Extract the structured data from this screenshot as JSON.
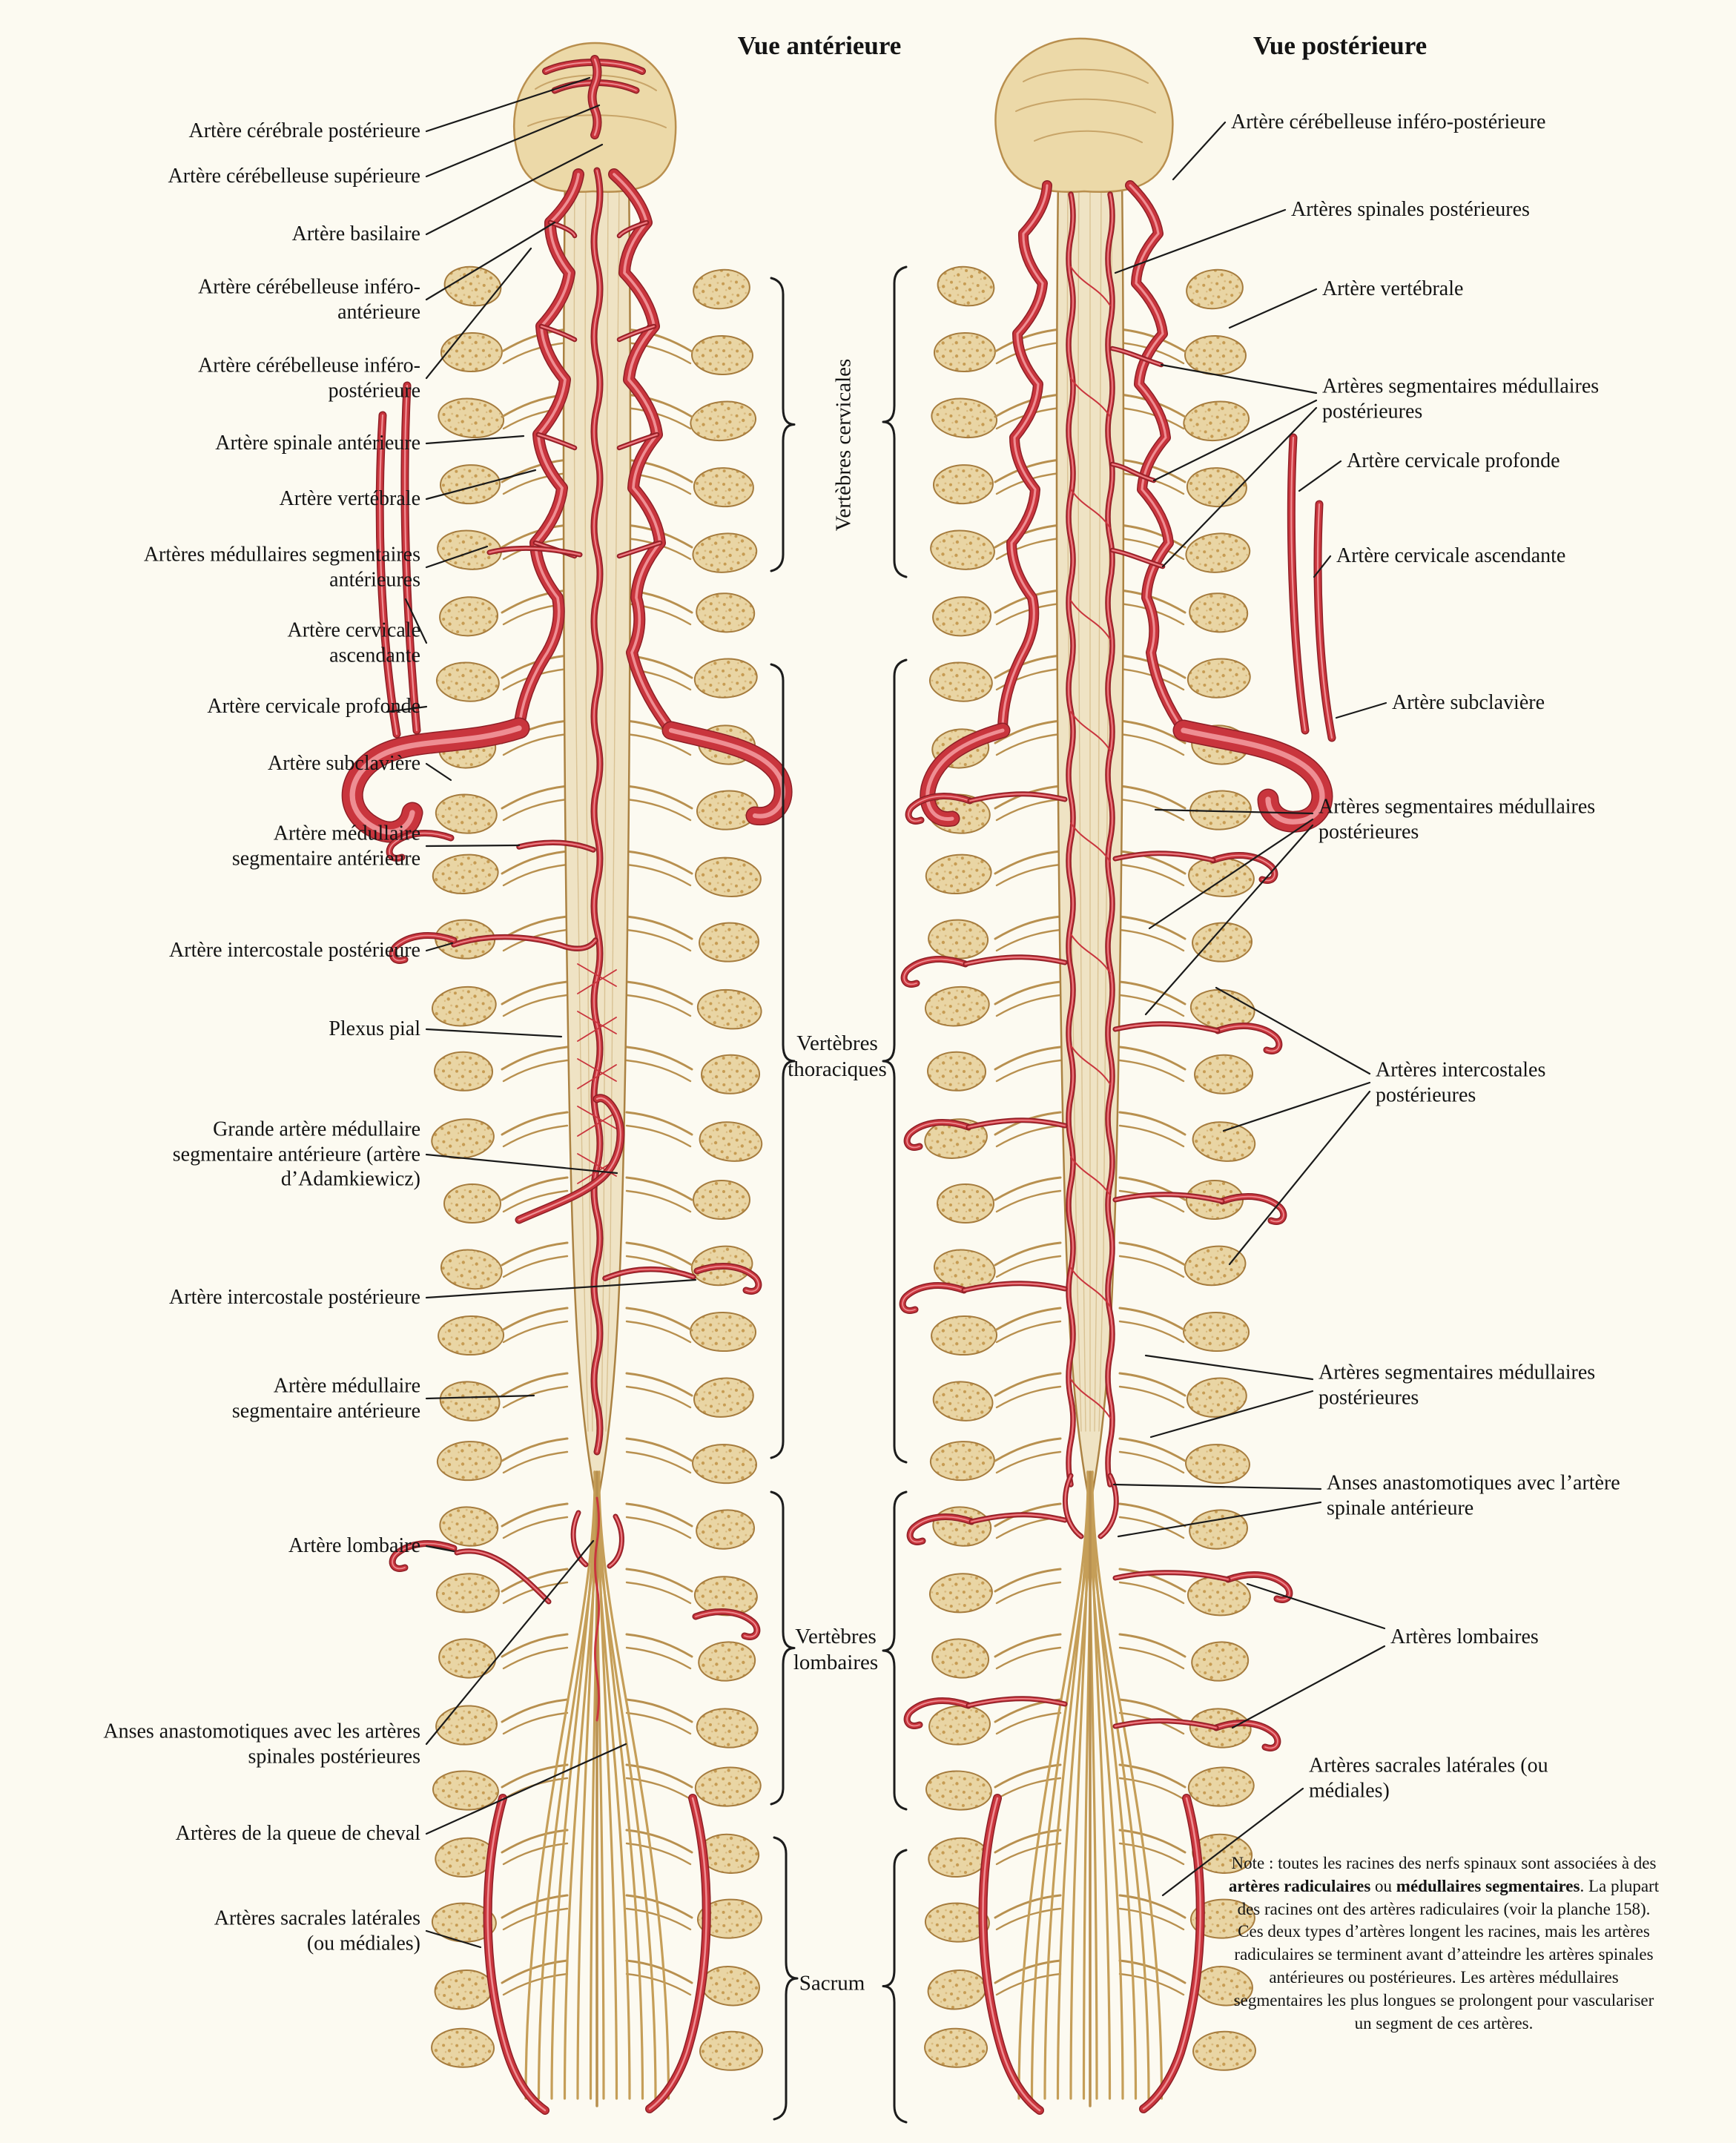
{
  "titles": {
    "anterior": "Vue antérieure",
    "posterior": "Vue postérieure"
  },
  "region_labels": {
    "cervical": "Vertèbres cervicales",
    "thoracic": "Vertèbres thoraciques",
    "lumbar": "Vertèbres lombaires",
    "sacrum": "Sacrum"
  },
  "left_labels": [
    {
      "text": "Artère cérébrale postérieure"
    },
    {
      "text": "Artère cérébelleuse supérieure"
    },
    {
      "text": "Artère basilaire"
    },
    {
      "text": "Artère cérébelleuse inféro-antérieure"
    },
    {
      "text": "Artère cérébelleuse inféro-postérieure"
    },
    {
      "text": "Artère spinale antérieure"
    },
    {
      "text": "Artère vertébrale"
    },
    {
      "text": "Artères médullaires segmentaires antérieures"
    },
    {
      "text": "Artère cervicale ascendante"
    },
    {
      "text": "Artère cervicale profonde"
    },
    {
      "text": "Artère subclavière"
    },
    {
      "text": "Artère médullaire segmentaire antérieure"
    },
    {
      "text": "Artère intercostale postérieure"
    },
    {
      "text": "Plexus pial"
    },
    {
      "text": "Grande artère médullaire segmentaire antérieure (artère d’Adamkiewicz)"
    },
    {
      "text": "Artère intercostale postérieure"
    },
    {
      "text": "Artère médullaire segmentaire antérieure"
    },
    {
      "text": "Artère lombaire"
    },
    {
      "text": "Anses anastomotiques avec les artères spinales postérieures"
    },
    {
      "text": "Artères de la queue de cheval"
    },
    {
      "text": "Artères sacrales latérales (ou médiales)"
    }
  ],
  "right_labels": [
    {
      "text": "Artère cérébelleuse inféro-postérieure"
    },
    {
      "text": "Artères spinales postérieures"
    },
    {
      "text": "Artère vertébrale"
    },
    {
      "text": "Artères segmentaires médullaires postérieures"
    },
    {
      "text": "Artère cervicale profonde"
    },
    {
      "text": "Artère cervicale ascendante"
    },
    {
      "text": "Artère subclavière"
    },
    {
      "text": "Artères segmentaires médullaires postérieures"
    },
    {
      "text": "Artères intercostales postérieures"
    },
    {
      "text": "Artères segmentaires médullaires postérieures"
    },
    {
      "text": "Anses anastomotiques avec l’artère spinale antérieure"
    },
    {
      "text": "Artères lombaires"
    },
    {
      "text": "Artères sacrales latérales (ou médiales)"
    }
  ],
  "note": {
    "parts": [
      {
        "text": "Note : toutes les racines des nerfs spinaux sont associées à des ",
        "bold": false
      },
      {
        "text": "artères radiculaires",
        "bold": true
      },
      {
        "text": " ou ",
        "bold": false
      },
      {
        "text": "médullaires segmentaires",
        "bold": true
      },
      {
        "text": ". La plupart des racines ont des artères radiculaires (voir la planche 158). Ces deux types d’artères longent les racines, mais les artères radiculaires se terminent avant d’atteindre les artères spinales antérieures ou postérieures. Les artères médullaires segmentaires les plus longues se prolongent pour vasculariser un segment de ces artères.",
        "bold": false
      }
    ]
  },
  "colors": {
    "artery": "#c9353d",
    "artery_dark": "#8e1f26",
    "bone": "#e9d5a4",
    "cord": "#efe3c4",
    "background": "#fcfaf1"
  }
}
